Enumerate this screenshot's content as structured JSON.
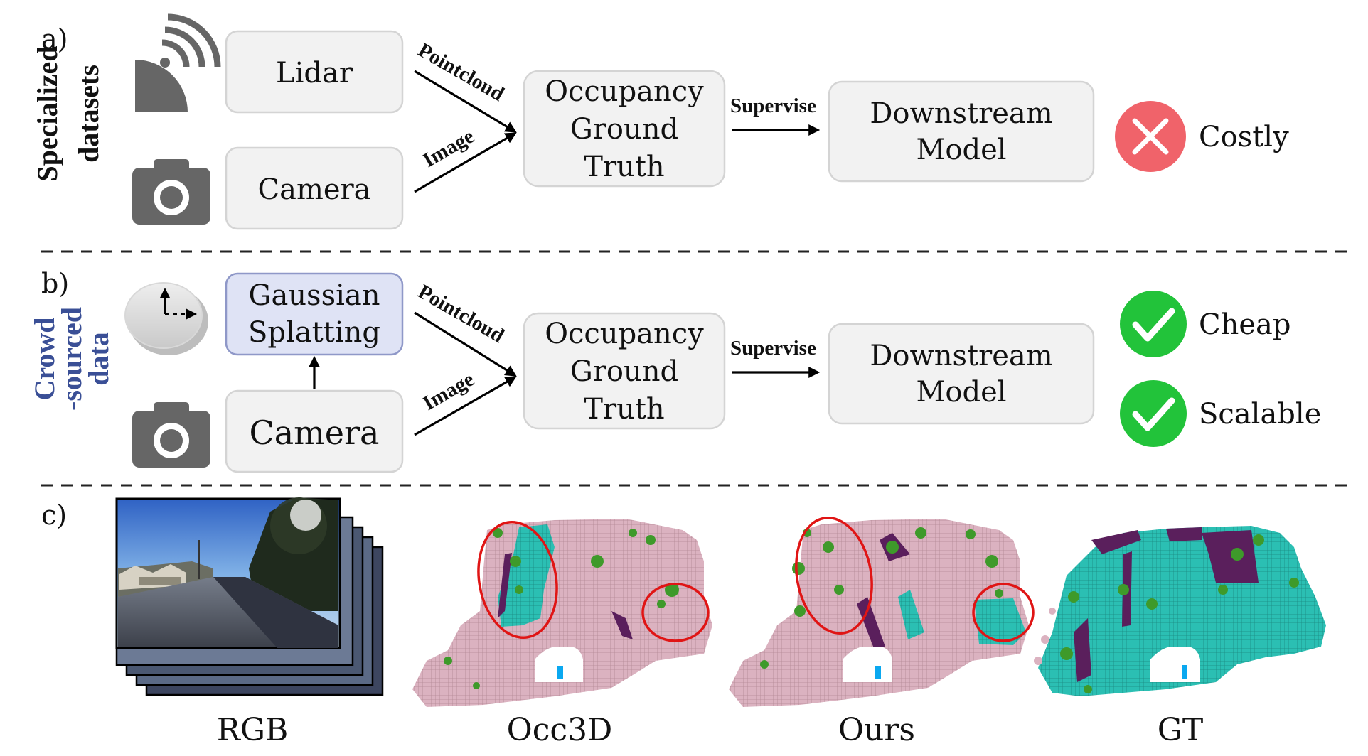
{
  "sections": {
    "a": {
      "tag": "a)",
      "side_label": [
        "Specialized",
        "datasets"
      ],
      "sensors": {
        "lidar": "Lidar",
        "camera": "Camera"
      },
      "edges": {
        "pointcloud": "Pointcloud",
        "image": "Image",
        "supervise": "Supervise"
      },
      "occupancy": [
        "Occupancy",
        "Ground",
        "Truth"
      ],
      "downstream": [
        "Downstream",
        "Model"
      ],
      "verdicts": [
        "Costly"
      ]
    },
    "b": {
      "tag": "b)",
      "side_label": [
        "Crowd",
        "-sourced",
        "data"
      ],
      "splatting": [
        "Gaussian",
        "Splatting"
      ],
      "camera": "Camera",
      "edges": {
        "pointcloud": "Pointcloud",
        "image": "Image",
        "supervise": "Supervise"
      },
      "occupancy": [
        "Occupancy",
        "Ground",
        "Truth"
      ],
      "downstream": [
        "Downstream",
        "Model"
      ],
      "verdicts": [
        "Cheap",
        "Scalable"
      ]
    },
    "c": {
      "tag": "c)",
      "captions": [
        "RGB",
        "Occ3D",
        "Ours",
        "GT"
      ]
    }
  },
  "colors": {
    "box_fill": "#f2f2f2",
    "box_blue": "#dfe3f5",
    "side_label_blue": "#3a4f96",
    "cross_red": "#f0636a",
    "check_green": "#22c33a",
    "occ_pink": "#dbb2c0",
    "occ_teal": "#2bbfb3",
    "occ_purple": "#5a1f5c",
    "occ_green": "#3e9a2a",
    "highlight_red": "#e01515"
  },
  "icons": [
    "wifi-signal-icon",
    "camera-icon",
    "clock-icon",
    "cross-icon",
    "check-icon"
  ]
}
